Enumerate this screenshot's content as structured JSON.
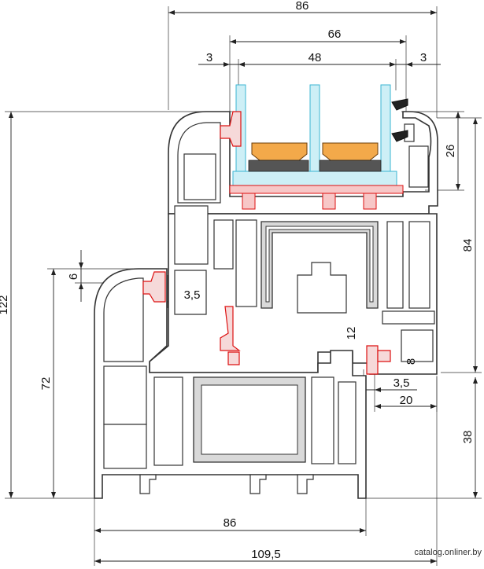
{
  "dimensions": {
    "top_width": "86",
    "glass_unit": "66",
    "glass_left": "3",
    "glass_mid": "48",
    "glass_right": "3",
    "left_height": "122",
    "frame_height": "72",
    "sash_gap": "6",
    "rebate_left": "3,5",
    "right_26": "26",
    "right_84": "84",
    "right_38": "38",
    "overlap_12": "12",
    "overlap_8": "8",
    "overlap_35": "3,5",
    "offset_20": "20",
    "bottom_86": "86",
    "bottom_total": "109,5"
  },
  "watermark": "catalog.onliner.by",
  "colors": {
    "gasket": "#d11111",
    "glass": "#cdeff6",
    "spacer": "#f3a94a",
    "steel": "#d9d9d9"
  }
}
